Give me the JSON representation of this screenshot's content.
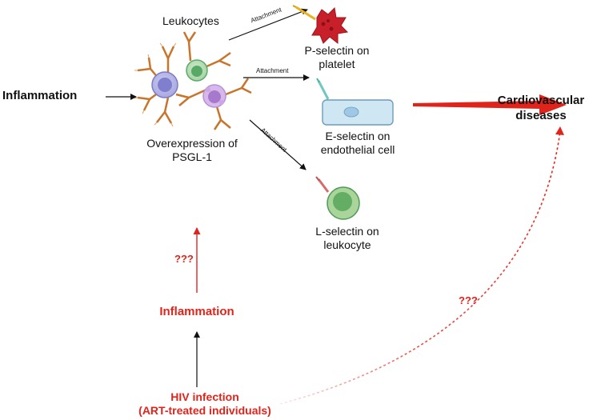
{
  "diagram": {
    "leukocytes_label": "Leukocytes",
    "overexpression_label": [
      "Overexpression of",
      "PSGL-1"
    ],
    "inflammation_left": "Inflammation",
    "attachment_labels": [
      "Attachment",
      "Attachment",
      "Attachment"
    ],
    "p_selectin_label": [
      "P-selectin on",
      "platelet"
    ],
    "e_selectin_label": [
      "E-selectin on",
      "endothelial cell"
    ],
    "l_selectin_label": [
      "L-selectin on",
      "leukocyte"
    ],
    "cvd_label": [
      "Cardiovascular",
      "diseases"
    ],
    "unknown_up": "???",
    "unknown_curve": "???",
    "inflammation_bottom": "Inflammation",
    "hiv_label": [
      "HIV infection",
      "(ART-treated individuals)"
    ]
  },
  "colors": {
    "accent_red": "#e0241b",
    "leukocyte_purple": "#8f8fd6",
    "leukocyte_green": "#5aaa6a",
    "psgl_orange": "#c8752b",
    "endothelial_blue": "#cfe6f3",
    "platelet_red": "#c8202a"
  }
}
